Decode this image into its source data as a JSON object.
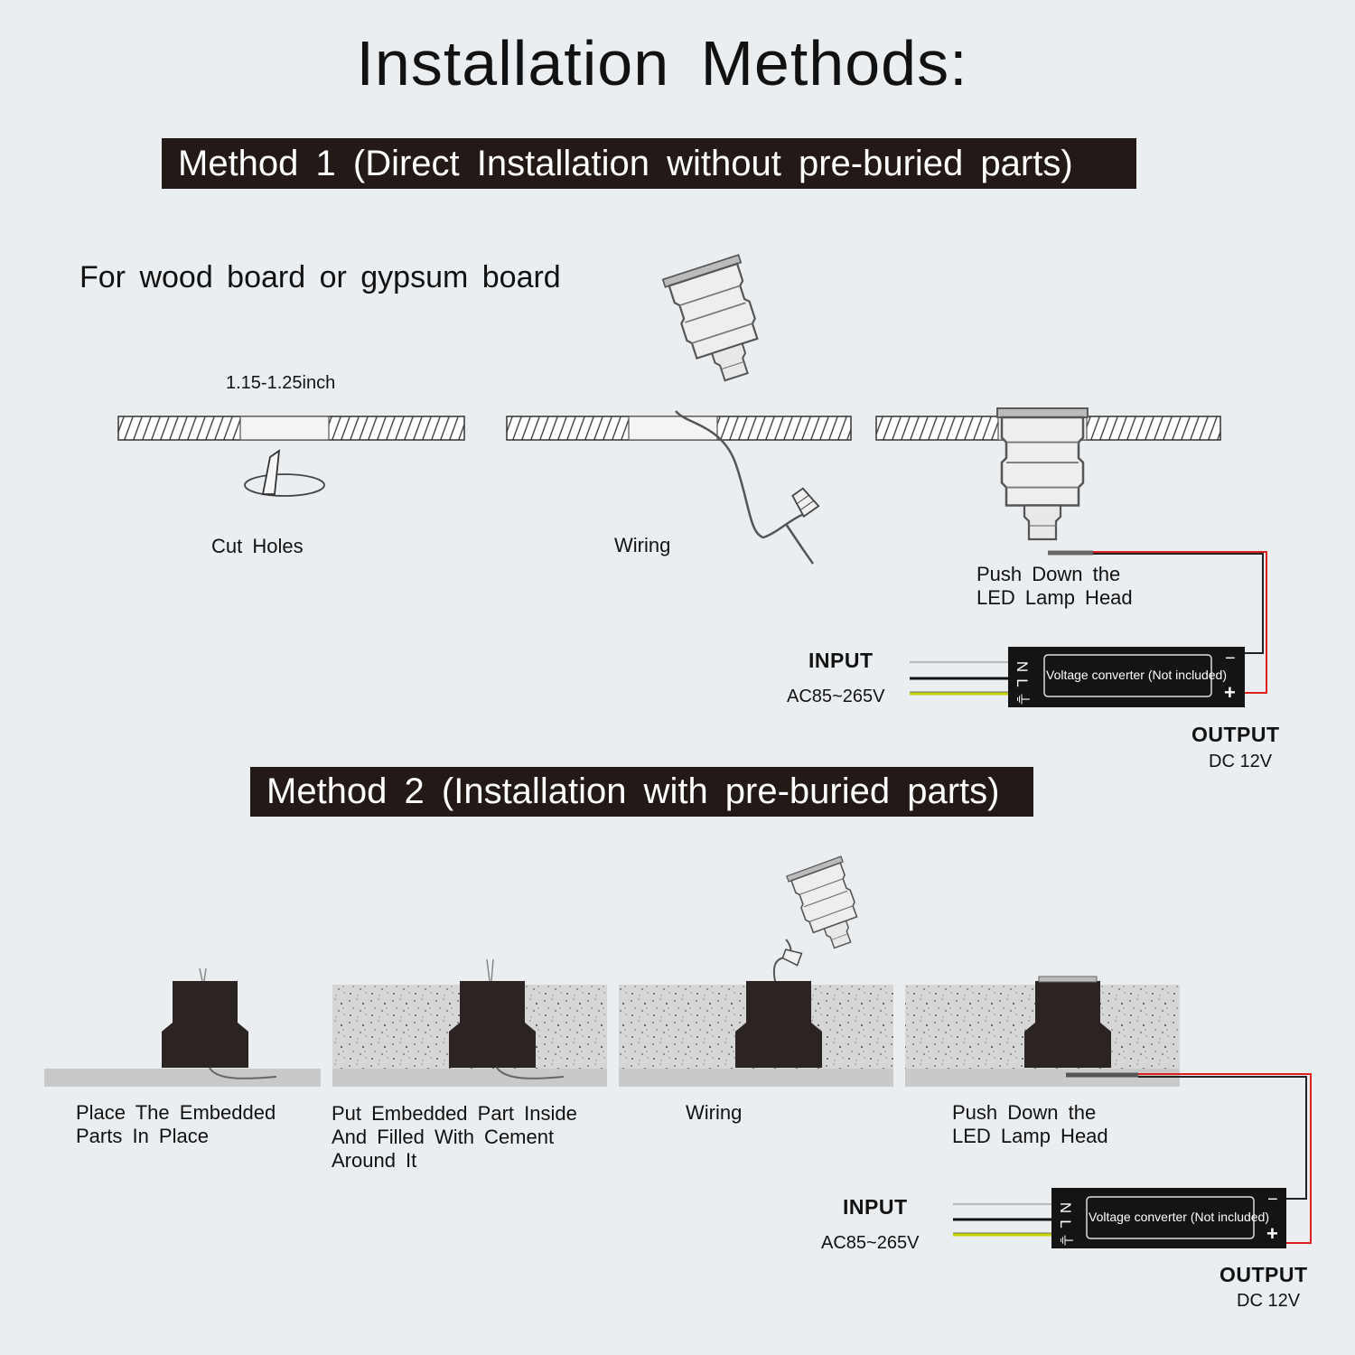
{
  "title": "Installation Methods:",
  "method1": {
    "banner": "Method 1 (Direct Installation without pre-buried parts)",
    "subtitle": "For wood board or gypsum board",
    "hole_size": "1.15-1.25inch",
    "step_cut": "Cut Holes",
    "step_wiring": "Wiring",
    "step_push_line1": "Push Down the",
    "step_push_line2": "LED Lamp Head",
    "input_label": "INPUT",
    "input_voltage": "AC85~265V",
    "converter_label": "Voltage converter (Not included)",
    "output_label": "OUTPUT",
    "output_voltage": "DC 12V"
  },
  "method2": {
    "banner": "Method 2 (Installation with pre-buried parts)",
    "step1_line1": "Place The Embedded",
    "step1_line2": "Parts In Place",
    "step2_line1": "Put Embedded Part Inside",
    "step2_line2": "And Filled With Cement",
    "step2_line3": "Around It",
    "step3": "Wiring",
    "step4_line1": "Push Down the",
    "step4_line2": "LED Lamp Head",
    "input_label": "INPUT",
    "input_voltage": "AC85~265V",
    "converter_label": "Voltage converter (Not included)",
    "output_label": "OUTPUT",
    "output_voltage": "DC 12V"
  },
  "terminals": {
    "n": "N",
    "l": "L",
    "ground": "⏚",
    "minus": "−",
    "plus": "+"
  },
  "colors": {
    "banner": "#231a18",
    "background": "#ebeef1",
    "wire_red": "#e01e1e",
    "wire_yellow": "#c8d400",
    "embedded_part": "#2b2422",
    "cement": "#cfcfcf"
  }
}
